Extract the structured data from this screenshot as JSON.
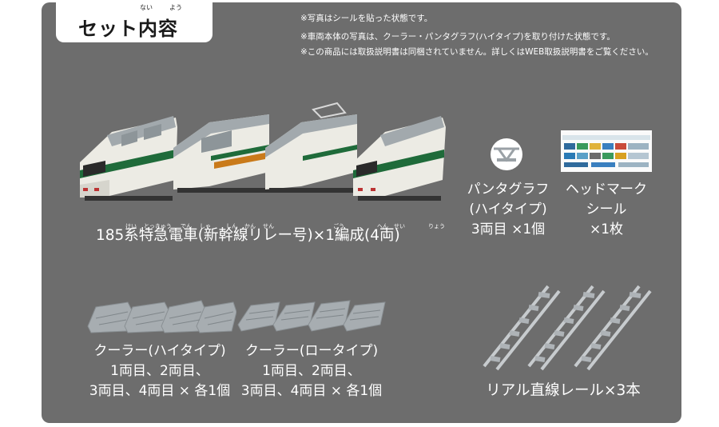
{
  "title": "セット内容",
  "title_ruby": [
    "ない",
    "よう"
  ],
  "notes": [
    "※写真はシールを貼った状態です。",
    "※車両本体の写真は、クーラー・パンタグラフ(ハイタイプ)を取り付けた状態です。",
    "※この商品には取扱説明書は同梱されていません。詳しくはWEB取扱説明書をご覧ください。"
  ],
  "train_label": "185系特急電車(新幹線リレー号)×1編成(4両)",
  "train_ruby": [
    "けい",
    "とっきゅう",
    "でん",
    "しゃ",
    "しん",
    "かん",
    "せん",
    "ごう",
    "へん",
    "せい",
    "りょう"
  ],
  "pantograph": {
    "line1": "パンタグラフ",
    "line2": "(ハイタイプ)",
    "line3": "3両目 ×1個"
  },
  "headmark": {
    "line1": "ヘッドマーク",
    "line2": "シール",
    "line3": "×1枚"
  },
  "cooler_high": {
    "line1": "クーラー(ハイタイプ)",
    "line2": "1両目、2両目、",
    "line3": "3両目、4両目 × 各1個"
  },
  "cooler_low": {
    "line1": "クーラー(ロータイプ)",
    "line2": "1両目、2両目、",
    "line3": "3両目、4両目 × 各1個"
  },
  "rail_label": "リアル直線レール×3本",
  "colors": {
    "panel": "#6d6d6d",
    "stripe": "#1f6b3a",
    "body": "#ecebe4",
    "roof": "#a2a9ad"
  }
}
